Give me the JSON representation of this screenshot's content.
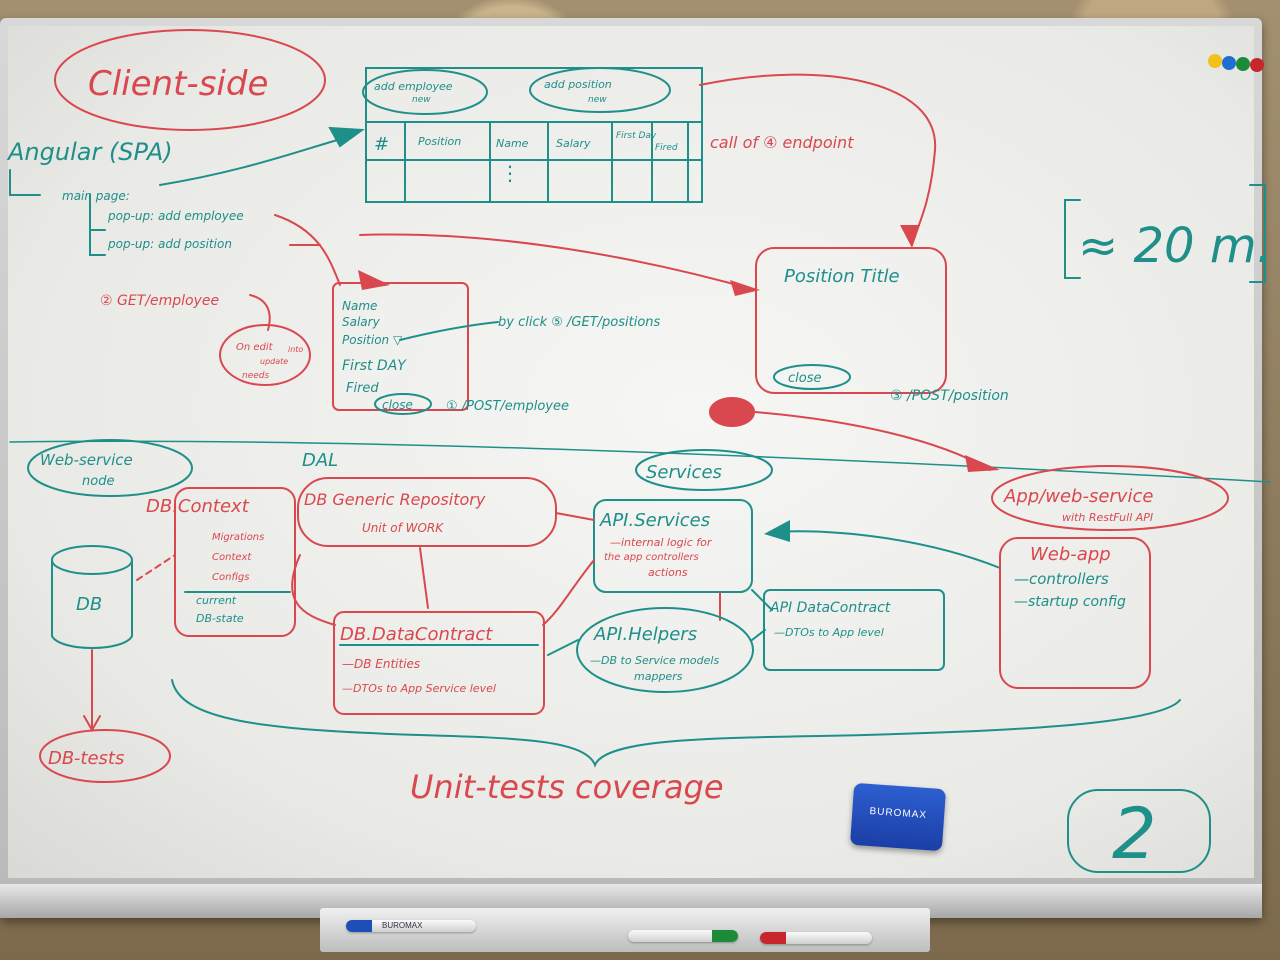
{
  "client": {
    "title": "Client-side",
    "spa": "Angular (SPA)",
    "main_page": "main page:",
    "popup_employee": "pop-up: add employee",
    "popup_position": "pop-up: add position",
    "get_employee": "② GET/employee",
    "on_edit": "On edit",
    "into": "into",
    "update": "update",
    "needs": "needs",
    "add_employee": "add employee",
    "add_employee_new": "new",
    "add_position": "add position",
    "add_position_new": "new",
    "table_cols": [
      "#",
      "Position",
      "Name",
      "Salary",
      "First Day",
      "Fired"
    ],
    "call_of": "call of ④ endpoint",
    "form_fields": [
      "Name",
      "Salary",
      "Position ▽",
      "First DAY",
      "Fired"
    ],
    "close": "close",
    "post_employee": "① /POST/employee",
    "by_click": "by click ⑤ /GET/positions",
    "position_title": "Position Title",
    "position_close": "close",
    "post_position": "③ /POST/position",
    "time": "≈ 20 m."
  },
  "server": {
    "web_service": "Web-service",
    "node": "node",
    "dal": "DAL",
    "services": "Services",
    "db_context": "DB.Context",
    "migrations": "Migrations",
    "context": "Context",
    "configs": "Configs",
    "current": "current",
    "db_state": "DB-state",
    "db": "DB",
    "db_tests": "DB-tests",
    "generic_repo": "DB Generic Repository",
    "unit_of_work": "Unit of WORK",
    "api_services": "API.Services",
    "api_services_desc1": "—internal logic for",
    "api_services_desc2": "the app controllers",
    "api_services_desc3": "actions",
    "app_service": "App/web-service",
    "app_service_sub": "with RestFull API",
    "web_app": "Web-app",
    "controllers": "—controllers",
    "startup": "—startup config",
    "data_contract": "DB.DataContract",
    "db_entities": "—DB Entities",
    "dtos": "—DTOs to App Service level",
    "api_helpers": "API.Helpers",
    "helpers_desc1": "—DB to Service models",
    "helpers_desc2": "mappers",
    "api_data_contract": "API DataContract",
    "api_dc_desc": "—DTOs to App level",
    "unit_tests": "Unit-tests coverage",
    "number": "2"
  },
  "eraser_brand": "BUROMAX",
  "marker_brand": "BUROMAX",
  "colors": {
    "teal": "#1f8f8a",
    "red": "#d9484e"
  }
}
